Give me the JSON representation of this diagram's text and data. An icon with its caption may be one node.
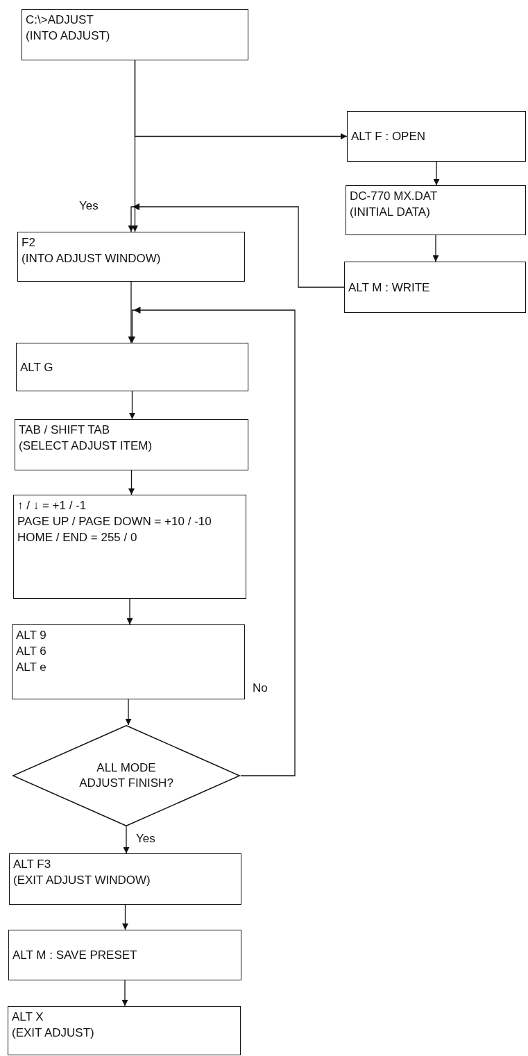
{
  "diagram": {
    "nodes": [
      {
        "text": [
          "C:\\>ADJUST",
          "(INTO ADJUST)"
        ]
      },
      {
        "text": [
          "ALT F : OPEN"
        ]
      },
      {
        "text": [
          "DC-770 MX.DAT",
          "(INITIAL DATA)"
        ]
      },
      {
        "text": [
          "ALT M : WRITE"
        ]
      },
      {
        "text": [
          "F2",
          "(INTO ADJUST WINDOW)"
        ]
      },
      {
        "text": [
          "ALT G"
        ]
      },
      {
        "text": [
          "TAB / SHIFT TAB",
          "(SELECT ADJUST ITEM)"
        ]
      },
      {
        "text": [
          "↑ / ↓ = +1 / -1",
          "PAGE UP / PAGE DOWN = +10 / -10",
          "HOME / END = 255 / 0"
        ]
      },
      {
        "text": [
          "ALT 9",
          "ALT 6",
          "ALT e"
        ]
      },
      {
        "text": [
          "ALL MODE ADJUST FINISH?"
        ]
      },
      {
        "text": [
          "ALT F3",
          "(EXIT ADJUST WINDOW)"
        ]
      },
      {
        "text": [
          "ALT M : SAVE PRESET"
        ]
      },
      {
        "text": [
          "ALT X",
          "(EXIT ADJUST)"
        ]
      }
    ],
    "edges": [
      {
        "from": 0,
        "to": 4,
        "arrow": "to"
      },
      {
        "from": 0,
        "to": 1,
        "arrow": "to"
      },
      {
        "from": 1,
        "to": 2,
        "arrow": "to"
      },
      {
        "from": 2,
        "to": 3,
        "arrow": "to"
      },
      {
        "from": 3,
        "to": 4,
        "arrow": "to",
        "label": "Yes"
      },
      {
        "from": 4,
        "to": 5,
        "arrow": "to"
      },
      {
        "from": 5,
        "to": 6,
        "arrow": "to"
      },
      {
        "from": 6,
        "to": 7,
        "arrow": "to"
      },
      {
        "from": 7,
        "to": 8,
        "arrow": "to"
      },
      {
        "from": 8,
        "to": 9,
        "arrow": "to"
      },
      {
        "from": 9,
        "to": 5,
        "arrow": "to",
        "label": "No"
      },
      {
        "from": 9,
        "to": 10,
        "arrow": "to",
        "label": "Yes"
      },
      {
        "from": 10,
        "to": 11,
        "arrow": "to"
      },
      {
        "from": 11,
        "to": 12,
        "arrow": "to"
      }
    ]
  }
}
